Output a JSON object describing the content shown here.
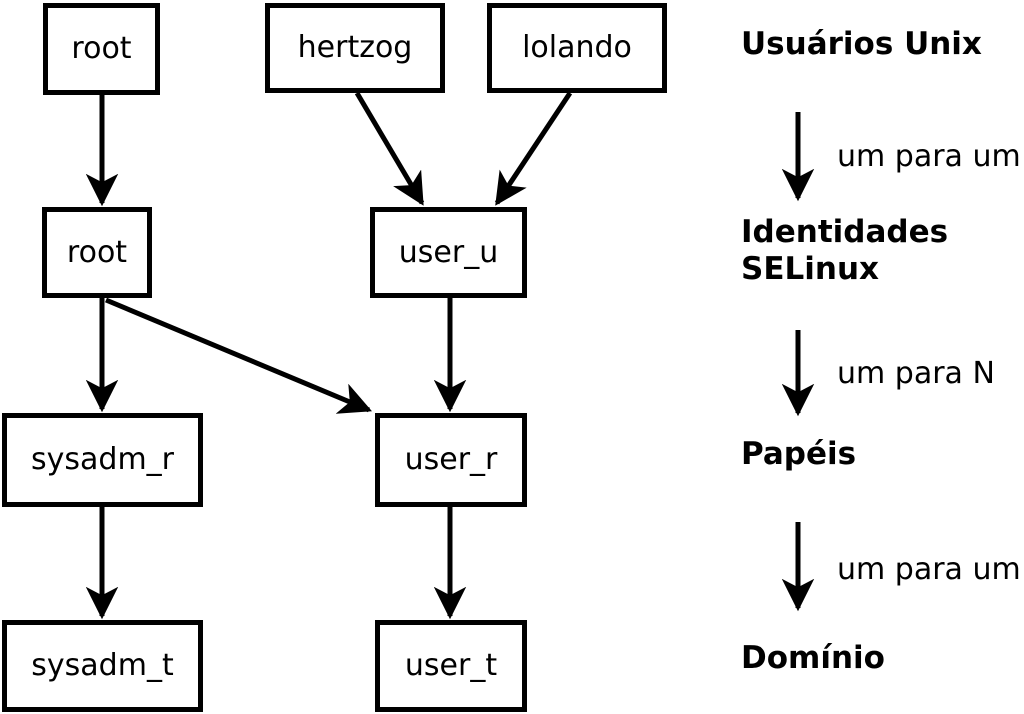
{
  "diagram": {
    "nodes": [
      {
        "id": "root-unix",
        "label": "root"
      },
      {
        "id": "hertzog",
        "label": "hertzog"
      },
      {
        "id": "lolando",
        "label": "lolando"
      },
      {
        "id": "root-selinux",
        "label": "root"
      },
      {
        "id": "user-u",
        "label": "user_u"
      },
      {
        "id": "sysadm-r",
        "label": "sysadm_r"
      },
      {
        "id": "user-r",
        "label": "user_r"
      },
      {
        "id": "sysadm-t",
        "label": "sysadm_t"
      },
      {
        "id": "user-t",
        "label": "user_t"
      }
    ],
    "edges": [
      {
        "from": "root-unix",
        "to": "root-selinux"
      },
      {
        "from": "hertzog",
        "to": "user-u"
      },
      {
        "from": "lolando",
        "to": "user-u"
      },
      {
        "from": "root-selinux",
        "to": "sysadm-r"
      },
      {
        "from": "root-selinux",
        "to": "user-r"
      },
      {
        "from": "user-u",
        "to": "user-r"
      },
      {
        "from": "sysadm-r",
        "to": "sysadm-t"
      },
      {
        "from": "user-r",
        "to": "user-t"
      }
    ],
    "legend": {
      "level1": "Usuários Unix",
      "arrow1_label": "um para um",
      "level2_line1": "Identidades",
      "level2_line2": "SELinux",
      "arrow2_label": "um para N",
      "level3": "Papéis",
      "arrow3_label": "um para um",
      "level4": "Domínio"
    },
    "colors": {
      "line": "#000000",
      "background": "#ffffff",
      "text": "#000000"
    }
  }
}
